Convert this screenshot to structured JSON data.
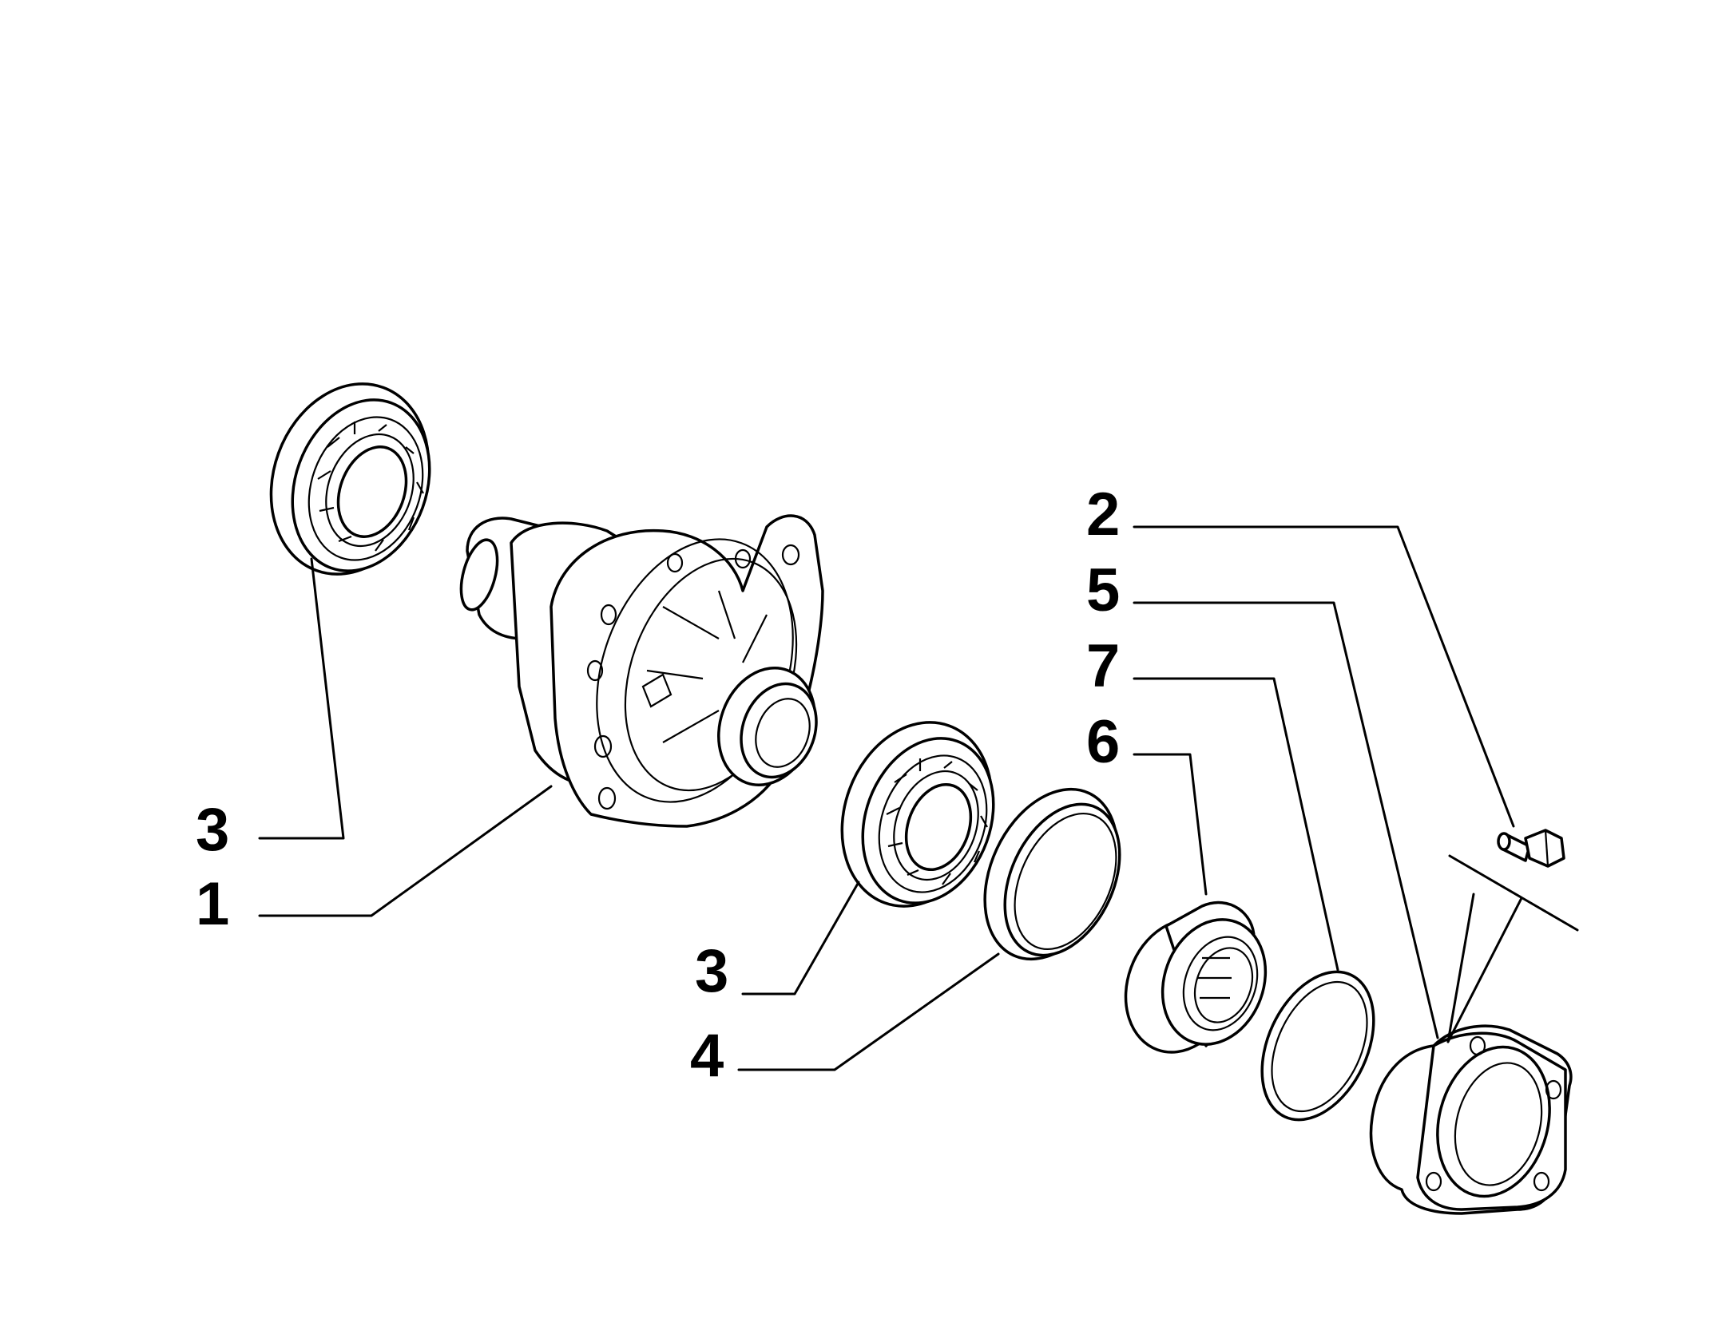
{
  "diagram": {
    "callouts": [
      {
        "id": "c3a",
        "label": "3"
      },
      {
        "id": "c1",
        "label": "1"
      },
      {
        "id": "c3b",
        "label": "3"
      },
      {
        "id": "c4",
        "label": "4"
      },
      {
        "id": "c2",
        "label": "2"
      },
      {
        "id": "c5",
        "label": "5"
      },
      {
        "id": "c7",
        "label": "7"
      },
      {
        "id": "c6",
        "label": "6"
      }
    ],
    "colors": {
      "line": "#000000",
      "background": "#ffffff"
    }
  }
}
